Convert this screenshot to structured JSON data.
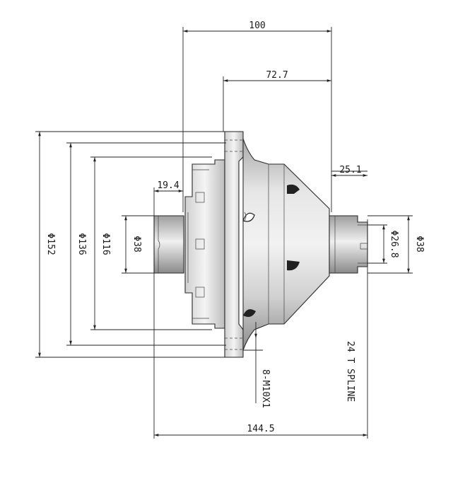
{
  "dimensions": {
    "overall_width": "100",
    "body_length": "72.7",
    "right_stub": "25.1",
    "left_stub": "19.4",
    "total_length": "144.5",
    "dia_flange_outer": "Φ152",
    "dia_bolt_circle": "Φ136",
    "dia_pilot": "Φ116",
    "dia_left_hub": "Φ38",
    "dia_right_inner": "Φ26.8",
    "dia_right_hub": "Φ38"
  },
  "notes": {
    "bolts": "8-M10X1",
    "spline": "24 T SPLINE"
  },
  "colors": {
    "line": "#222222",
    "body_light": "#d9d9d9",
    "body_dark": "#7a7a7a"
  }
}
